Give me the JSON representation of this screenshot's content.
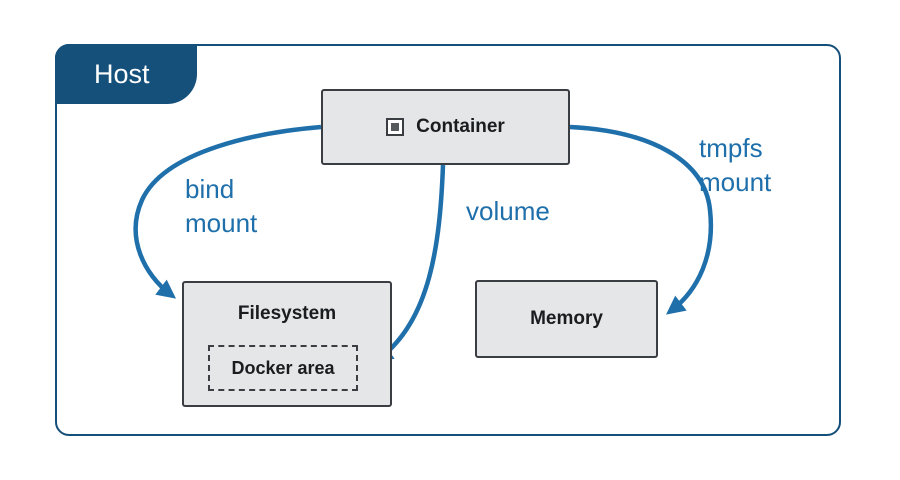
{
  "host": {
    "label": "Host"
  },
  "container": {
    "label": "Container",
    "icon": "container-icon"
  },
  "filesystem": {
    "label": "Filesystem",
    "docker_area": "Docker area"
  },
  "memory": {
    "label": "Memory"
  },
  "mounts": {
    "bind_line1": "bind",
    "bind_line2": "mount",
    "volume": "volume",
    "tmpfs_line1": "tmpfs",
    "tmpfs_line2": "mount"
  },
  "colors": {
    "host_blue": "#15507a",
    "arrow_blue": "#1f6fab",
    "box_fill": "#e4e6e8",
    "box_border": "#3a3e42"
  }
}
